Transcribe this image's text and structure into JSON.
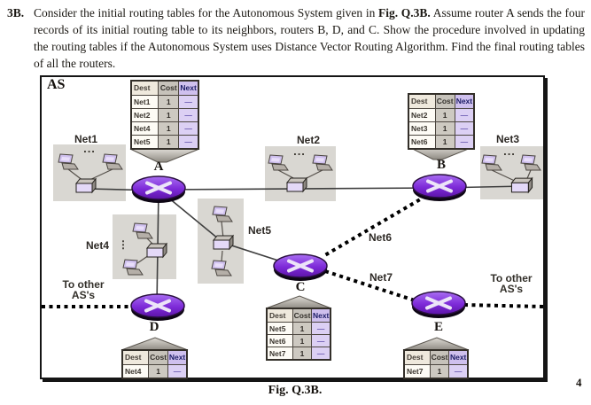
{
  "question": {
    "number": "3B.",
    "text_before_fig": "Consider the initial routing tables for the Autonomous System given in ",
    "fig_ref": "Fig. Q.3B.",
    "text_after_fig": " Assume router A sends the four records of its initial routing table to its neighbors, routers B, D, and C. Show the procedure involved in updating the routing tables if the Autonomous System uses Distance Vector Routing Algorithm. Find the final routing tables of all the routers."
  },
  "figure": {
    "caption": "Fig. Q.3B.",
    "page_number": "4",
    "as_label": "AS",
    "left_exit": {
      "line1": "To other",
      "line2": "AS's"
    },
    "right_exit": {
      "line1": "To other",
      "line2": "AS's"
    },
    "ellipsis_h": "...",
    "ellipsis_v": "⋮",
    "network_labels": {
      "net1": "Net1",
      "net2": "Net2",
      "net3": "Net3",
      "net4": "Net4",
      "net5": "Net5",
      "net6": "Net6",
      "net7": "Net7"
    },
    "routers": {
      "a": "A",
      "b": "B",
      "c": "C",
      "d": "D",
      "e": "E"
    },
    "tables": {
      "headers": [
        "Dest",
        "Cost",
        "Next"
      ],
      "a": {
        "rows": [
          [
            "Net1",
            "1",
            "—"
          ],
          [
            "Net2",
            "1",
            "—"
          ],
          [
            "Net4",
            "1",
            "—"
          ],
          [
            "Net5",
            "1",
            "—"
          ]
        ]
      },
      "b": {
        "rows": [
          [
            "Net2",
            "1",
            "—"
          ],
          [
            "Net3",
            "1",
            "—"
          ],
          [
            "Net6",
            "1",
            "—"
          ]
        ]
      },
      "c": {
        "rows": [
          [
            "Net5",
            "1",
            "—"
          ],
          [
            "Net6",
            "1",
            "—"
          ],
          [
            "Net7",
            "1",
            "—"
          ]
        ]
      },
      "d": {
        "rows": [
          [
            "Net4",
            "1",
            "—"
          ]
        ]
      },
      "e": {
        "rows": [
          [
            "Net7",
            "1",
            "—"
          ]
        ]
      }
    },
    "colors": {
      "router_purple": "#7d2ad8",
      "router_highlight": "#a96ef2",
      "next_col": "#dcd0f4",
      "cost_col": "#cdc9c1",
      "dest_col": "#fdfbf5",
      "group_box": "#d9d7d2",
      "dash": "#6a5ab0"
    }
  }
}
